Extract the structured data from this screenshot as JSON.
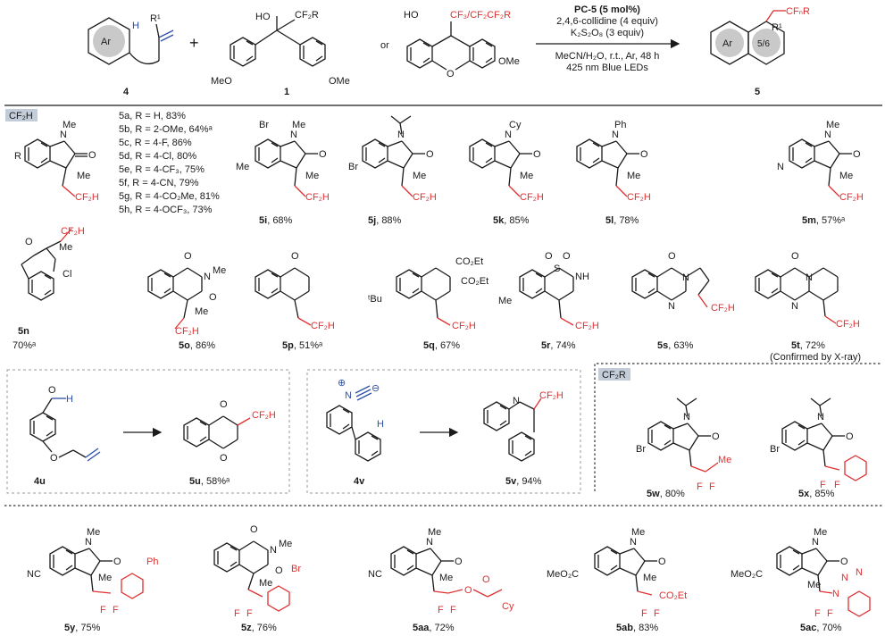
{
  "header": {
    "substrate_label": "4",
    "ar": "Ar",
    "r1": "R¹",
    "plus": "+",
    "reagent1_label": "1",
    "reagent1_ho": "HO",
    "reagent1_cf": "CF₂R",
    "reagent1_meo_left": "MeO",
    "reagent1_ome_right": "OMe",
    "or": "or",
    "reagent2_ho": "HO",
    "reagent2_cf": "CF₃/CF₂CF₂R",
    "reagent2_ome": "OMe",
    "reagent2_o": "O",
    "conditions": [
      "PC-5 (5 mol%)",
      "2,4,6-collidine (4 equiv)",
      "K₂S₂O₈ (3 equiv)",
      "MeCN/H₂O, r.t., Ar, 48 h",
      "425 nm Blue LEDs"
    ],
    "product_label": "5",
    "product_cf": "CFₙR",
    "product_r1": "R¹",
    "product_ring": "5/6"
  },
  "section_tags": {
    "cf2h": "CF₂H",
    "cf2r": "CF₂R"
  },
  "list_5a_5h": [
    "5a, R = H, 83%",
    "5b, R = 2-OMe, 64%ᵃ",
    "5c, R = 4-F, 86%",
    "5d, R = 4-Cl, 80%",
    "5e, R = 4-CF₃, 75%",
    "5f, R = 4-CN, 79%",
    "5g, R = 4-CO₂Me, 81%",
    "5h, R = 4-OCF₃, 73%"
  ],
  "atoms": {
    "N": "N",
    "O": "O",
    "Me": "Me",
    "R": "R",
    "Br": "Br",
    "Cy": "Cy",
    "Ph": "Ph",
    "Cl": "Cl",
    "CF2H": "CF₂H",
    "CO2Et": "CO₂Et",
    "tBu": "ᵗBu",
    "S": "S",
    "NH": "NH",
    "H": "H",
    "NC": "NC",
    "MeO2C": "MeO₂C",
    "F": "F",
    "CO2Et2": "CO₂Et",
    "N2": "N"
  },
  "compounds": [
    {
      "id": "5i",
      "yield": "68%"
    },
    {
      "id": "5j",
      "yield": "88%"
    },
    {
      "id": "5k",
      "yield": "85%"
    },
    {
      "id": "5l",
      "yield": "78%"
    },
    {
      "id": "5m",
      "yield": "57%ᵃ"
    },
    {
      "id": "5n",
      "yield": "70%ᵃ"
    },
    {
      "id": "5o",
      "yield": "86%"
    },
    {
      "id": "5p",
      "yield": "51%ᵃ"
    },
    {
      "id": "5q",
      "yield": "67%"
    },
    {
      "id": "5r",
      "yield": "74%"
    },
    {
      "id": "5s",
      "yield": "63%"
    },
    {
      "id": "5t",
      "yield": "72%",
      "note": "(Confirmed by X-ray)"
    },
    {
      "id": "4u"
    },
    {
      "id": "5u",
      "yield": "58%ᵃ"
    },
    {
      "id": "4v"
    },
    {
      "id": "5v",
      "yield": "94%"
    },
    {
      "id": "5w",
      "yield": "80%"
    },
    {
      "id": "5x",
      "yield": "85%"
    },
    {
      "id": "5y",
      "yield": "75%"
    },
    {
      "id": "5z",
      "yield": "76%"
    },
    {
      "id": "5aa",
      "yield": "72%"
    },
    {
      "id": "5ab",
      "yield": "83%"
    },
    {
      "id": "5ac",
      "yield": "70%"
    }
  ],
  "colors": {
    "accent": "#e03030",
    "alkene": "#2c4fa8",
    "tag_bg": "#c3ccd9"
  }
}
